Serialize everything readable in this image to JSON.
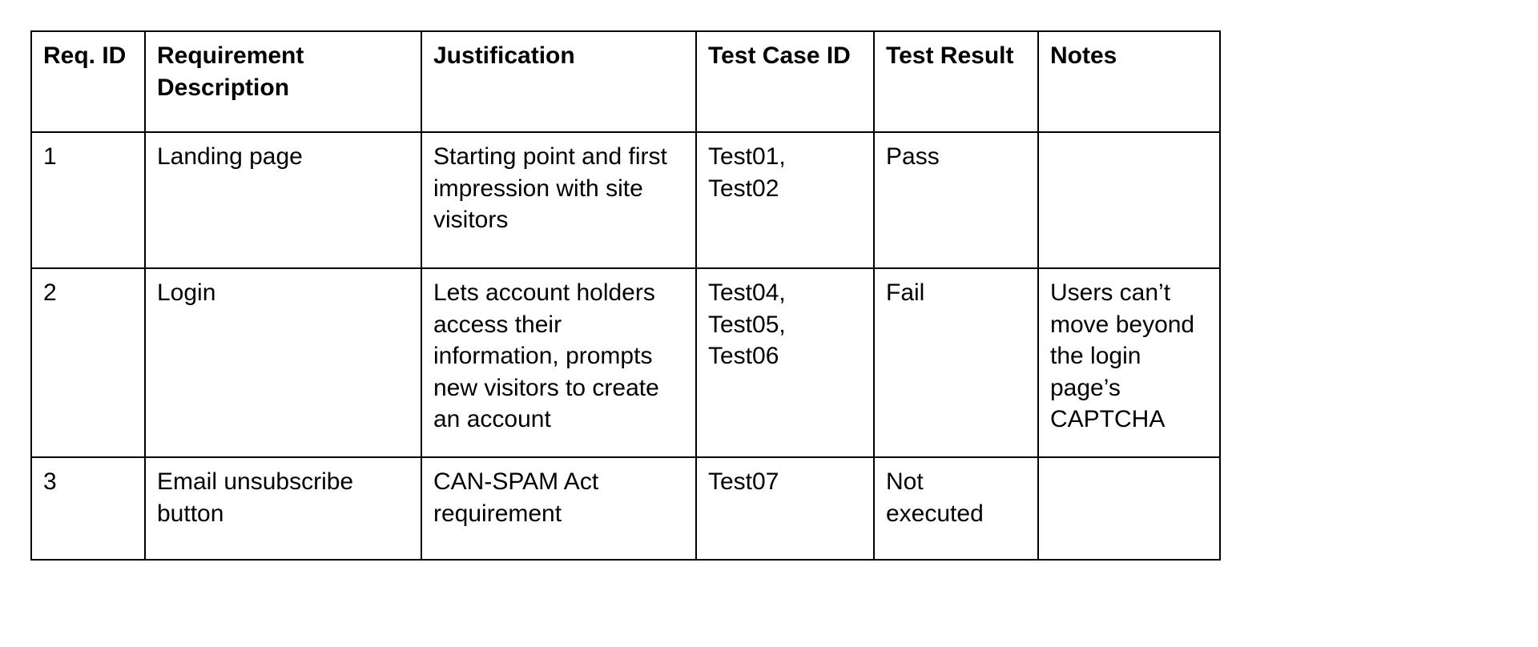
{
  "table": {
    "columns": [
      "Req. ID",
      "Requirement Description",
      "Justification",
      "Test Case ID",
      "Test Result",
      "Notes"
    ],
    "rows": [
      {
        "req_id": "1",
        "description": "Landing page",
        "justification": "Starting point and first impression with site visitors",
        "test_case_id": "Test01, Test02",
        "test_result": "Pass",
        "notes": ""
      },
      {
        "req_id": "2",
        "description": "Login",
        "justification": "Lets account holders access their information, prompts new visitors to create an account",
        "test_case_id": "Test04, Test05, Test06",
        "test_result": "Fail",
        "notes": "Users can’t move beyond the login page’s CAPTCHA"
      },
      {
        "req_id": "3",
        "description": "Email unsubscribe button",
        "justification": "CAN-SPAM Act requirement",
        "test_case_id": "Test07",
        "test_result": "Not executed",
        "notes": ""
      }
    ]
  }
}
